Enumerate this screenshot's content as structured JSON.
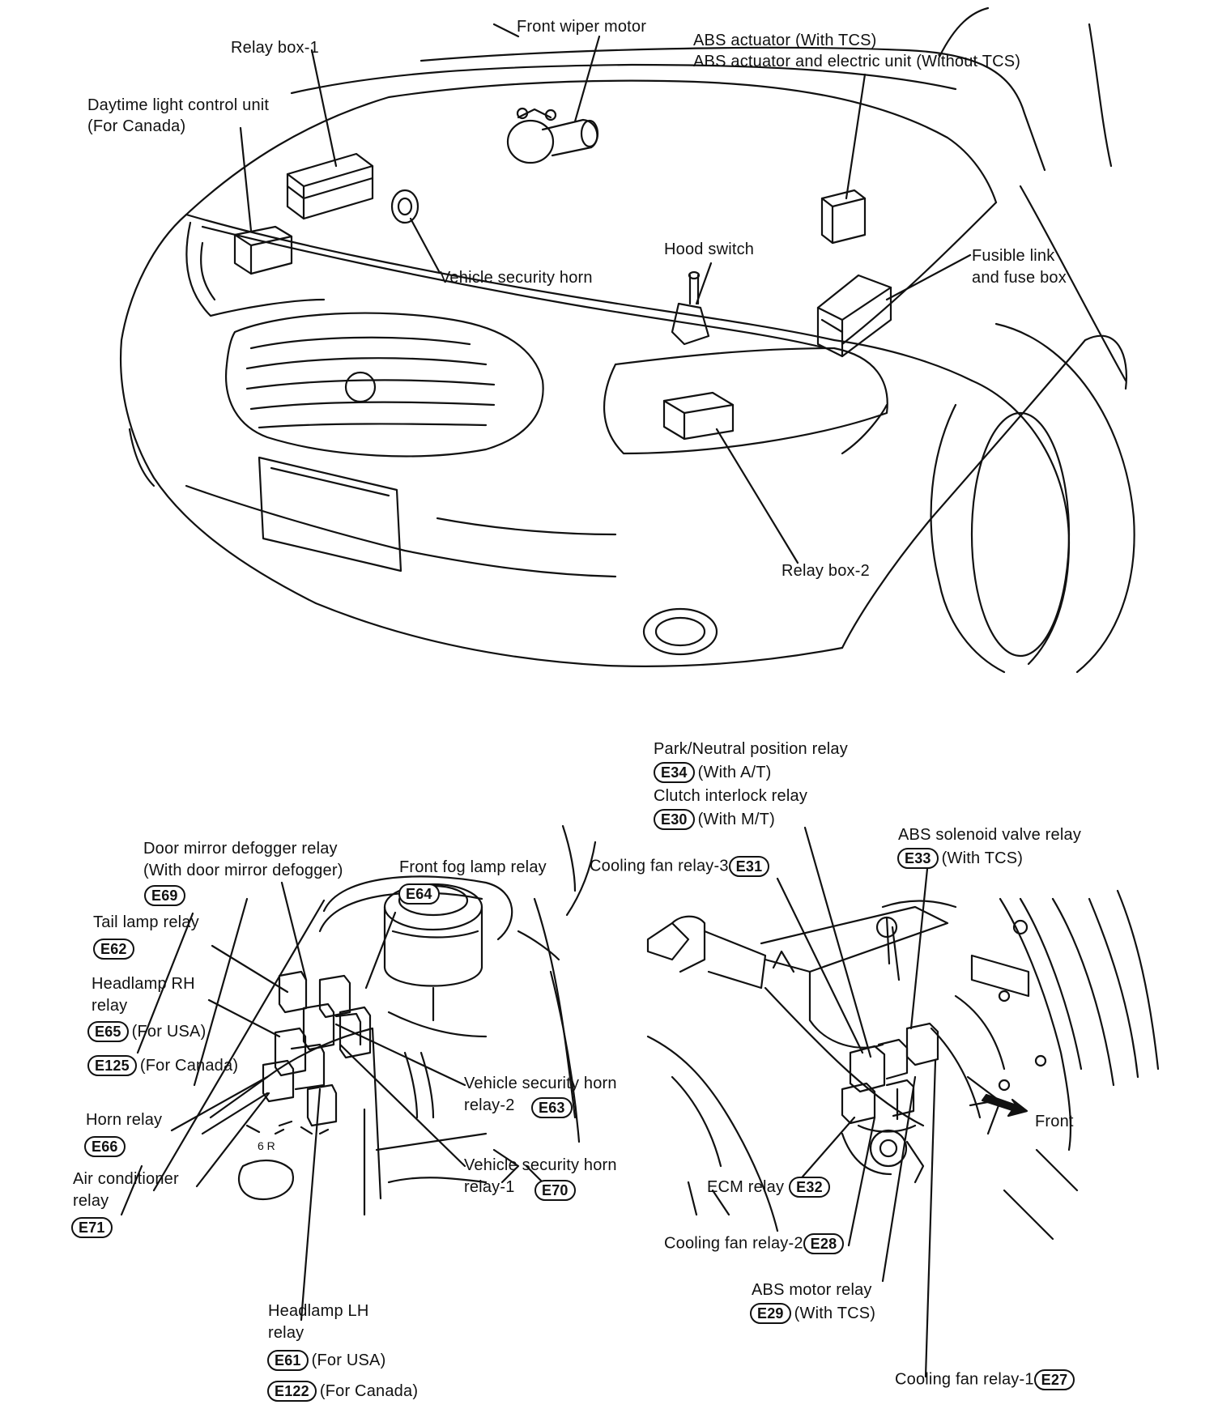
{
  "top": {
    "front_wiper_motor": "Front wiper motor",
    "relay_box_1": "Relay box-1",
    "abs_actuator_1": "ABS actuator (With TCS)",
    "abs_actuator_2": "ABS actuator and electric unit (Without TCS)",
    "daytime_1": "Daytime light control unit",
    "daytime_2": "(For Canada)",
    "hood_switch": "Hood switch",
    "fusible_1": "Fusible link",
    "fusible_2": "and fuse box",
    "vehicle_security_horn": "Vehicle security horn",
    "relay_box_2": "Relay box-2"
  },
  "left": {
    "door_mirror_1": "Door mirror defogger relay",
    "door_mirror_2": "(With door mirror defogger)",
    "e69": "E69",
    "front_fog": "Front fog lamp relay",
    "e64": "E64",
    "tail_lamp": "Tail lamp relay",
    "e62": "E62",
    "headlamp_rh_1": "Headlamp RH",
    "headlamp_rh_2": "relay",
    "e65": "E65",
    "for_usa": "(For USA)",
    "e125": "E125",
    "for_canada": "(For Canada)",
    "horn_relay": "Horn relay",
    "e66": "E66",
    "ac_1": "Air conditioner",
    "ac_2": "relay",
    "e71": "E71",
    "vsh2_1": "Vehicle security horn",
    "vsh2_2": "relay-2",
    "e63": "E63",
    "vsh1_1": "Vehicle security horn",
    "vsh1_2": "relay-1",
    "e70": "E70",
    "headlamp_lh_1": "Headlamp LH",
    "headlamp_lh_2": "relay",
    "e61": "E61",
    "e122": "E122"
  },
  "right": {
    "park_neutral": "Park/Neutral position relay",
    "e34": "E34",
    "with_at": "(With A/T)",
    "clutch": "Clutch interlock relay",
    "e30": "E30",
    "with_mt": "(With M/T)",
    "abs_solenoid": "ABS solenoid valve relay",
    "e33": "E33",
    "with_tcs": "(With TCS)",
    "cooling_3": "Cooling fan relay-3",
    "e31": "E31",
    "front": "Front",
    "ecm_relay": "ECM relay",
    "e32": "E32",
    "cooling_2": "Cooling fan relay-2",
    "e28": "E28",
    "abs_motor": "ABS motor relay",
    "e29": "E29",
    "cooling_1": "Cooling fan relay-1",
    "e27": "E27"
  }
}
